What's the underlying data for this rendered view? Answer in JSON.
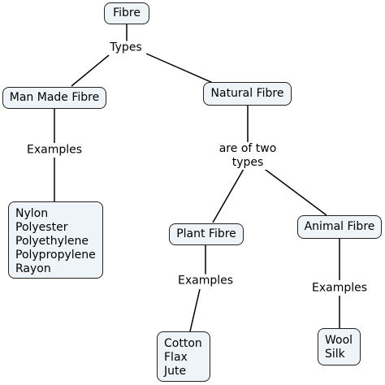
{
  "nodes": {
    "fibre": "Fibre",
    "man_made": "Man Made Fibre",
    "natural": "Natural Fibre",
    "plant": "Plant Fibre",
    "animal": "Animal Fibre",
    "man_made_examples": [
      "Nylon",
      "Polyester",
      "Polyethylene",
      "Polypropylene",
      "Rayon"
    ],
    "plant_examples": [
      "Cotton",
      "Flax",
      "Jute"
    ],
    "animal_examples": [
      "Wool",
      "Silk"
    ]
  },
  "links": {
    "types": "Types",
    "are_of_two_line1": "are of two",
    "are_of_two_line2": "types",
    "examples_man_made": "Examples",
    "examples_plant": "Examples",
    "examples_animal": "Examples"
  }
}
